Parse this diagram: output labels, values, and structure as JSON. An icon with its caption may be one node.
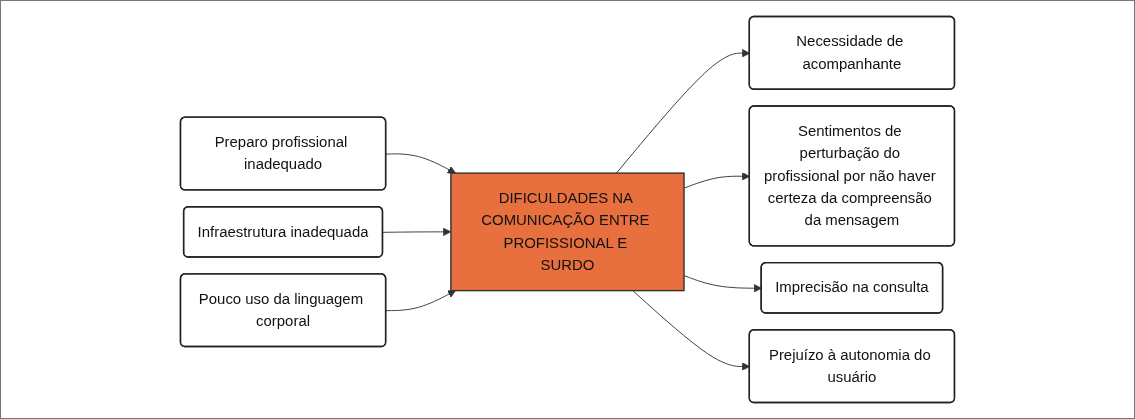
{
  "diagram": {
    "nodes": [
      {
        "text": [
          "Preparo profissional inadequado"
        ]
      },
      {
        "text": [
          "Infraestrutura inadequada"
        ]
      },
      {
        "text": [
          "Pouco uso da linguagem corporal"
        ]
      },
      {
        "text": [
          "DIFICULDADES NA COMUNICAÇÃO ENTRE PROFISSIONAL E SURDO"
        ]
      },
      {
        "text": [
          "Necessidade de acompanhante"
        ]
      },
      {
        "text": [
          "Sentimentos de perturbação do profissional por não haver certeza da compreensão da mensagem"
        ]
      },
      {
        "text": [
          "Imprecisão na consulta"
        ]
      },
      {
        "text": [
          "Prejuízo à autonomia do usuário"
        ]
      }
    ],
    "edges": [
      {
        "from": 0,
        "to": 3,
        "arrow": "to"
      },
      {
        "from": 1,
        "to": 3,
        "arrow": "to"
      },
      {
        "from": 2,
        "to": 3,
        "arrow": "to"
      },
      {
        "from": 3,
        "to": 4,
        "arrow": "to"
      },
      {
        "from": 3,
        "to": 5,
        "arrow": "to"
      },
      {
        "from": 3,
        "to": 6,
        "arrow": "to"
      },
      {
        "from": 3,
        "to": 7,
        "arrow": "to"
      }
    ]
  }
}
